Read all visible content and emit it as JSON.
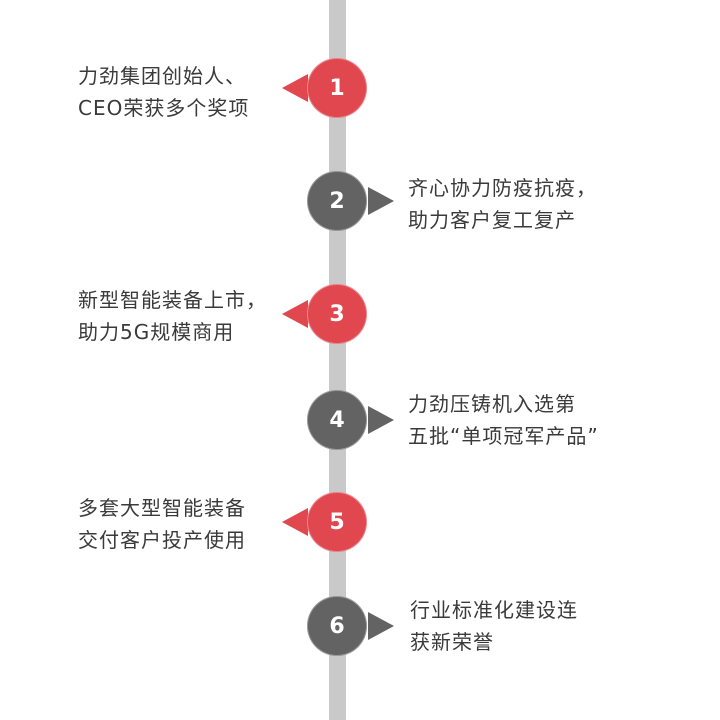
{
  "colors": {
    "accent_red": "#e0474f",
    "accent_gray": "#636363",
    "line": "#c9c9c9",
    "text": "#3a3a3a"
  },
  "timeline": {
    "items": [
      {
        "number": "1",
        "side": "left",
        "lines": [
          "力劲集团创始人、",
          "CEO荣获多个奖项"
        ]
      },
      {
        "number": "2",
        "side": "right",
        "lines": [
          "齐心协力防疫抗疫，",
          "助力客户复工复产"
        ]
      },
      {
        "number": "3",
        "side": "left",
        "lines": [
          "新型智能装备上市，",
          "助力5G规模商用"
        ]
      },
      {
        "number": "4",
        "side": "right",
        "lines": [
          "力劲压铸机入选第",
          "五批“单项冠军产品”"
        ]
      },
      {
        "number": "5",
        "side": "left",
        "lines": [
          "多套大型智能装备",
          "交付客户投产使用"
        ]
      },
      {
        "number": "6",
        "side": "right",
        "lines": [
          "行业标准化建设连",
          "获新荣誉"
        ]
      }
    ]
  }
}
